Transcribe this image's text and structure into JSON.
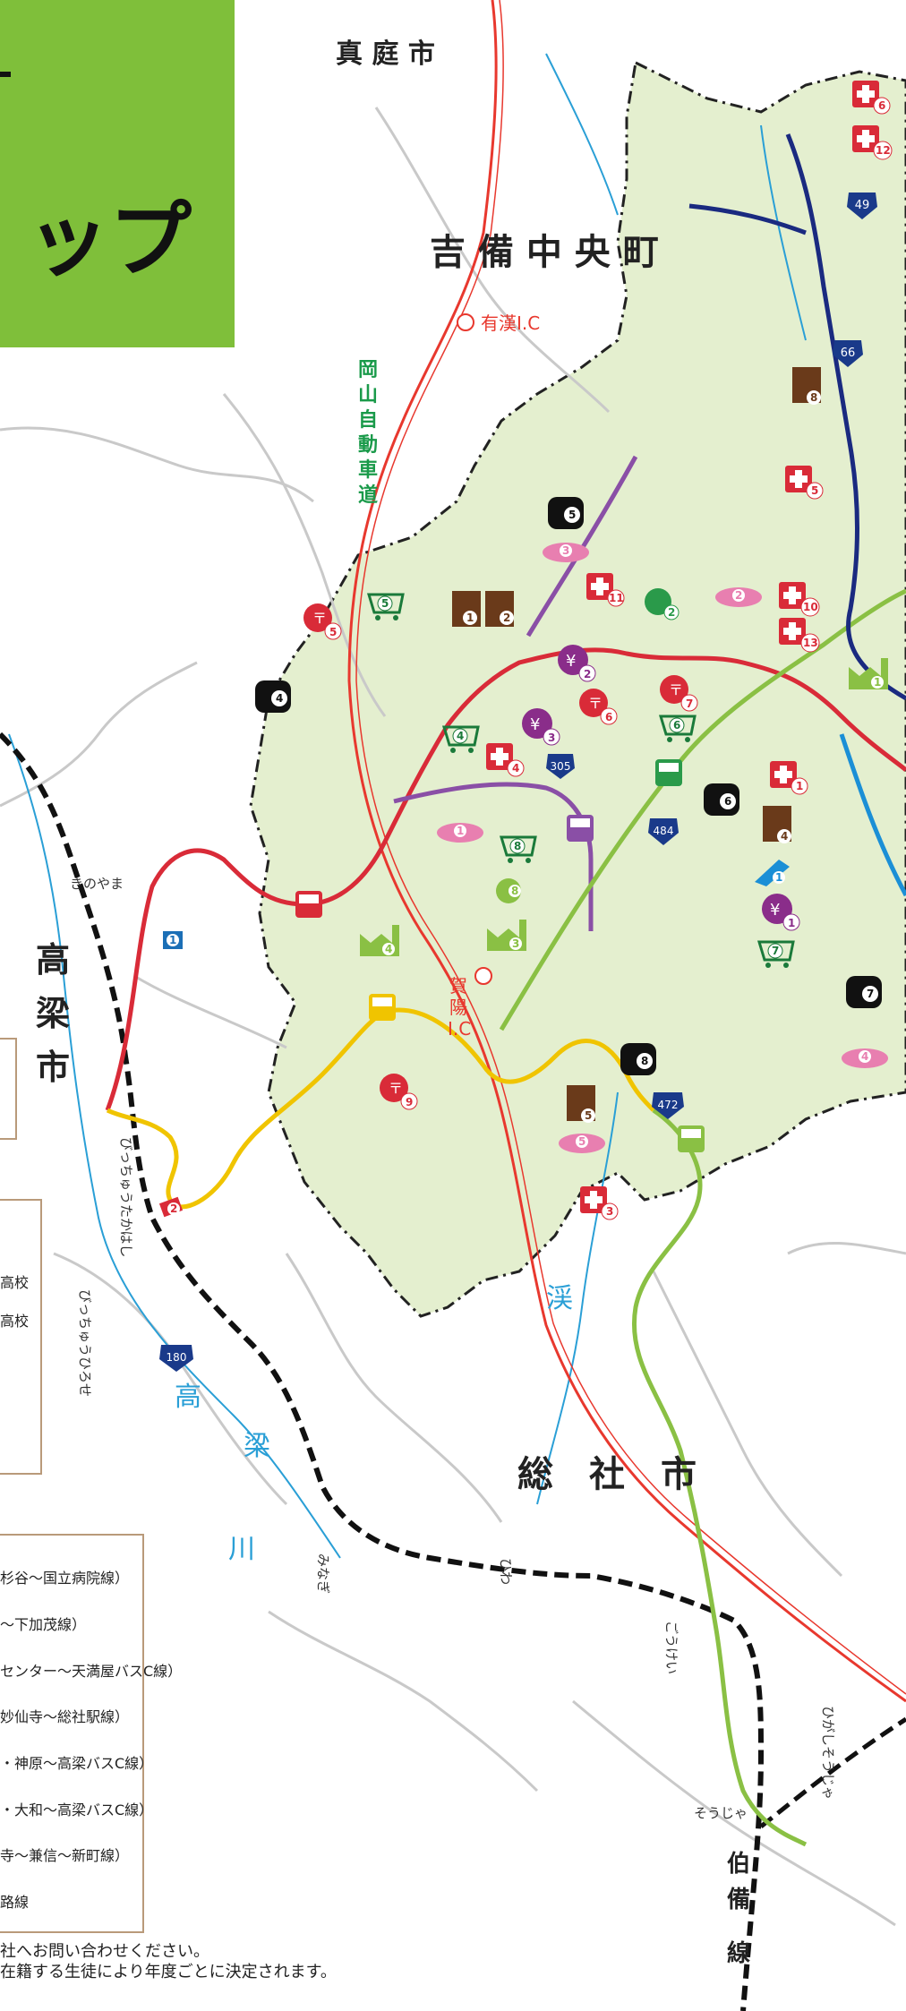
{
  "header": {
    "title_fragment": "ップ"
  },
  "places": {
    "maniwa": "真 庭 市",
    "kibichuo": "吉 備 中 央 町",
    "takahashi": [
      "高",
      "梁",
      "市"
    ],
    "soja": "総　社　市"
  },
  "expressway": {
    "name": [
      "岡",
      "山",
      "自",
      "動",
      "車",
      "道"
    ],
    "ic_ukan": "有漢I.C",
    "ic_kayo": [
      "賀",
      "陽",
      "I.C"
    ]
  },
  "route_numbers": [
    "305",
    "484",
    "472",
    "180",
    "49",
    "66"
  ],
  "stations": {
    "kinoyama": "きのやま",
    "bitchu_takahashi": "びっちゅうたかはし",
    "bitchu_hirose": "びっちゅうひろせ",
    "minagi": "みなぎ",
    "hiwa": "ひわ",
    "gokei": "ごうけい",
    "higashi_soja": "ひがしそうじゃ",
    "soja": "そうじゃ"
  },
  "railway": {
    "hakubi": [
      "伯",
      "備",
      "線"
    ]
  },
  "rivers": {
    "takahashi": [
      "高",
      "梁",
      "川"
    ],
    "mizu": "渓"
  },
  "legend": {
    "schools": [
      "高校",
      "高校"
    ],
    "bus_lines": [
      "杉谷～国立病院線）",
      "～下加茂線）",
      "センター～天満屋バスC線）",
      "妙仙寺～総社駅線）",
      "・神原～高梁バスC線）",
      "・大和～高梁バスC線）",
      "寺～兼信～新町線）",
      "路線"
    ]
  },
  "notes": [
    "社へお問い合わせください。",
    "在籍する生徒により年度ごとに決定されます。"
  ],
  "facility_numbers": {
    "post": [
      "5",
      "6",
      "7",
      "9"
    ],
    "hospital": [
      "11",
      "4",
      "1",
      "3",
      "5",
      "10",
      "13",
      "6",
      "12"
    ],
    "bank": [
      "2",
      "3",
      "1"
    ],
    "shop": [
      "5",
      "4",
      "8",
      "6",
      "7"
    ],
    "school": [
      "1",
      "2",
      "4",
      "5",
      "8",
      "6",
      "7"
    ],
    "apartment": [
      "1",
      "2",
      "8",
      "4",
      "5"
    ],
    "factory": [
      "1",
      "3",
      "4"
    ],
    "onsen": [
      "1",
      "2",
      "3",
      "4",
      "5"
    ],
    "farm": [
      "2",
      "8"
    ],
    "park": [
      "1"
    ]
  },
  "colors": {
    "area_fill": "#e4efcf",
    "route_red": "#d92b38",
    "route_purple": "#8a4fa6",
    "route_yellow": "#f0c400",
    "route_green": "#8ac044",
    "route_navy": "#1a2a80",
    "route_blue": "#1b8fd6",
    "header_green": "#7fbf3a",
    "river": "#2a9fd6",
    "expressway": "#e8382e"
  }
}
